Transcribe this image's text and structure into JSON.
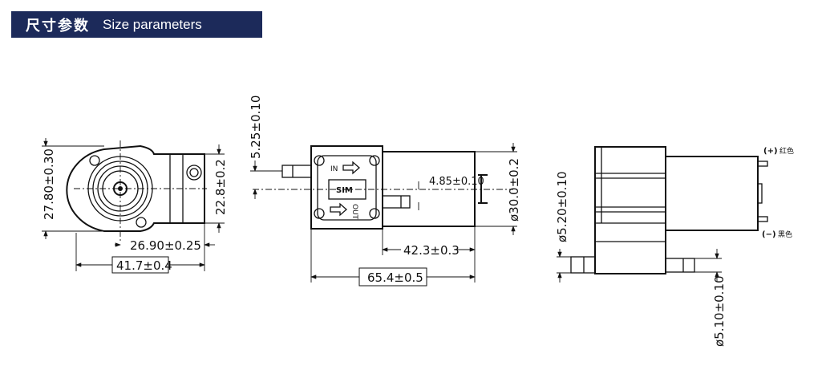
{
  "header": {
    "title_cn": "尺寸参数",
    "title_en": "Size parameters",
    "bg_color": "#1c2a5a"
  },
  "front_view": {
    "dim_height": "27.80±0.30",
    "dim_port_height": "22.8±0.2",
    "dim_center_to_end": "26.90±0.25",
    "dim_total_width": "41.7±0.4"
  },
  "side_view": {
    "dim_inlet_offset": "5.25±0.10",
    "dim_outlet_offset": "4.85±0.10",
    "dim_motor_diameter": "ø30.0±0.2",
    "dim_motor_length": "42.3±0.3",
    "dim_total_length": "65.4±0.5",
    "label_in": "IN",
    "label_out": "OUT",
    "brand": "SIM"
  },
  "top_view": {
    "dim_inlet_diameter": "ø5.20±0.10",
    "dim_outlet_diameter": "ø5.10±0.10",
    "positive_label": "(+)",
    "positive_color": "红色",
    "negative_label": "(−)",
    "negative_color": "黑色"
  }
}
